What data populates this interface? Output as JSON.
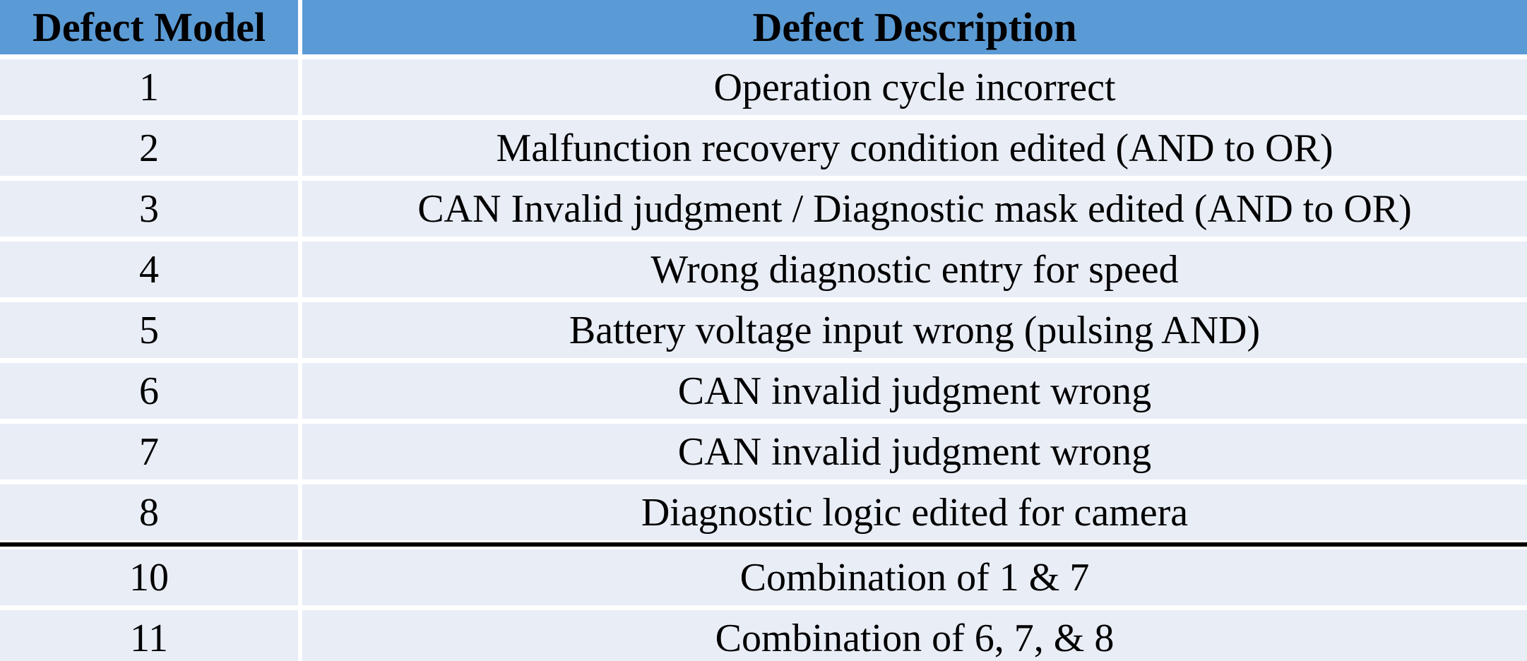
{
  "chart_data": {
    "type": "table",
    "title": "",
    "columns": [
      "Defect Model",
      "Defect Description"
    ],
    "rows": [
      {
        "model": "1",
        "description": "Operation cycle incorrect"
      },
      {
        "model": "2",
        "description": "Malfunction recovery condition edited (AND to OR)"
      },
      {
        "model": "3",
        "description": "CAN Invalid judgment / Diagnostic mask edited (AND to OR)"
      },
      {
        "model": "4",
        "description": "Wrong diagnostic entry for speed"
      },
      {
        "model": "5",
        "description": "Battery voltage input wrong (pulsing AND)"
      },
      {
        "model": "6",
        "description": "CAN invalid judgment wrong"
      },
      {
        "model": "7",
        "description": "CAN invalid judgment wrong"
      },
      {
        "model": "8",
        "description": "Diagnostic logic edited for camera",
        "separator_after": true
      },
      {
        "model": "10",
        "description": "Combination of 1 & 7"
      },
      {
        "model": "11",
        "description": "Combination of 6, 7, & 8"
      }
    ],
    "layout": {
      "header_row": true,
      "section_separator_after_row": "8",
      "grid": "white gutters between rows and columns"
    },
    "colors": {
      "header_bg": "#5B9BD5",
      "row_bg": "#E9EDF6",
      "gap": "#FFFFFF",
      "text": "#000000",
      "separator": "#000000"
    }
  }
}
